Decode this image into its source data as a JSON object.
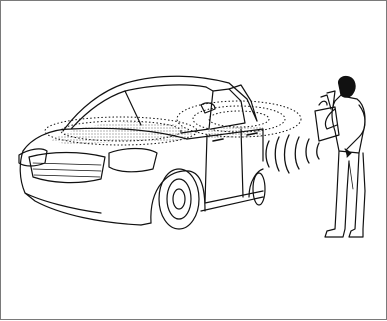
{
  "figure": {
    "type": "line-illustration",
    "subject": "person-carrying-bag-near-sedan-with-intelligent-key-signal-waves",
    "stroke_color": "#111111",
    "background_color": "#ffffff",
    "border_color": "#7a7a7a",
    "elements": [
      "sedan-car",
      "signal-waves",
      "door-antenna-waves",
      "person-with-grocery-bag"
    ]
  }
}
